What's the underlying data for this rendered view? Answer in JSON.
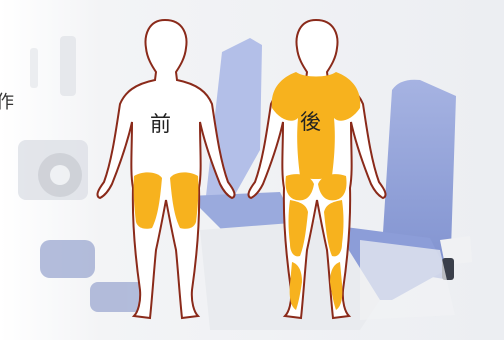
{
  "labels": {
    "front": "前",
    "back": "後",
    "edge_partial": "作"
  },
  "colors": {
    "highlight": "#f7b21e",
    "outline": "#8a2a1a",
    "seat_blue": "#8e9fd6",
    "frame": "#e8eaee"
  }
}
